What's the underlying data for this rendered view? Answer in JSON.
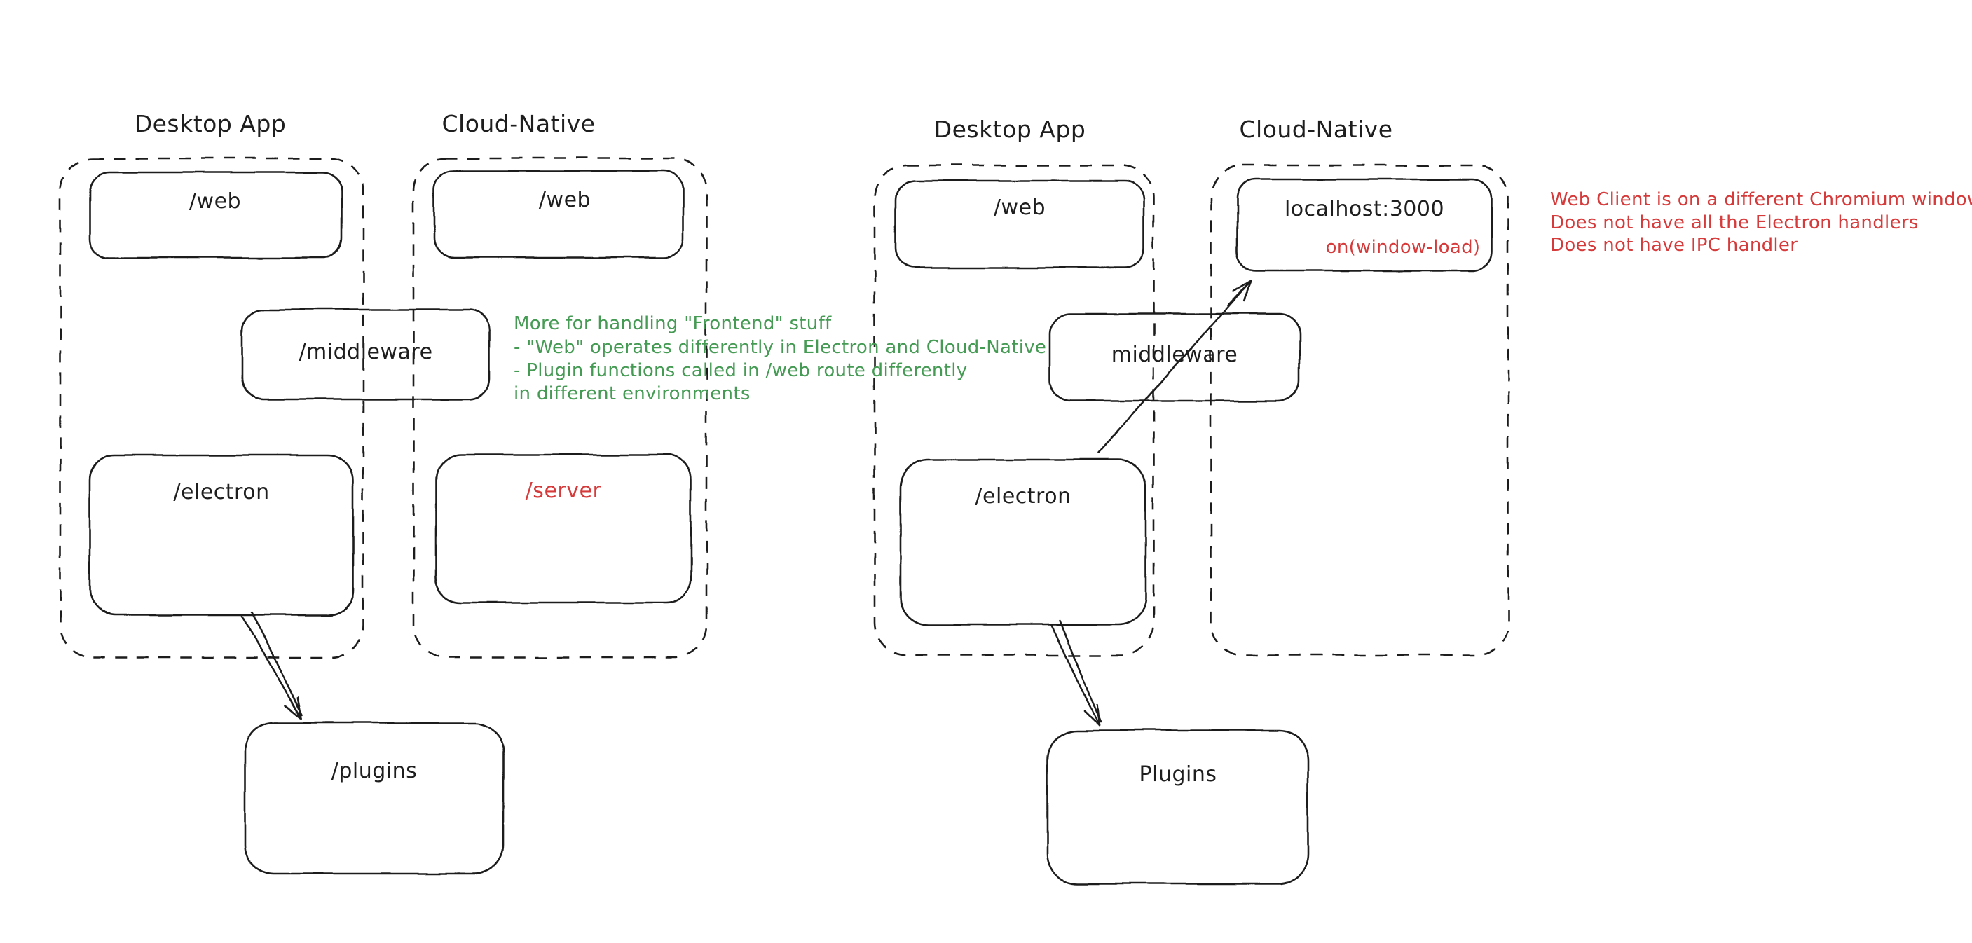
{
  "colors": {
    "stroke": "#1e1e1e",
    "green": "#459a54",
    "red": "#d63b3b",
    "background": "#ffffff"
  },
  "left_diagram": {
    "desktop": {
      "title": "Desktop App",
      "web": "/web",
      "electron": "/electron"
    },
    "cloud": {
      "title": "Cloud-Native",
      "web": "/web",
      "server": "/server"
    },
    "middleware": "/middleware",
    "plugins": "/plugins",
    "note_green": [
      "More for handling \"Frontend\" stuff",
      "- \"Web\" operates differently in Electron and Cloud-Native",
      "- Plugin functions called in /web route differently",
      "in different environments"
    ]
  },
  "right_diagram": {
    "desktop": {
      "title": "Desktop App",
      "web": "/web",
      "electron": "/electron"
    },
    "cloud": {
      "title": "Cloud-Native",
      "localhost": "localhost:3000",
      "window_load": "on(window-load)"
    },
    "middleware": "middleware",
    "plugins": "Plugins",
    "note_red": [
      "Web Client is on a different Chromium window",
      "Does not have all the Electron handlers",
      "Does not have IPC handler"
    ]
  }
}
